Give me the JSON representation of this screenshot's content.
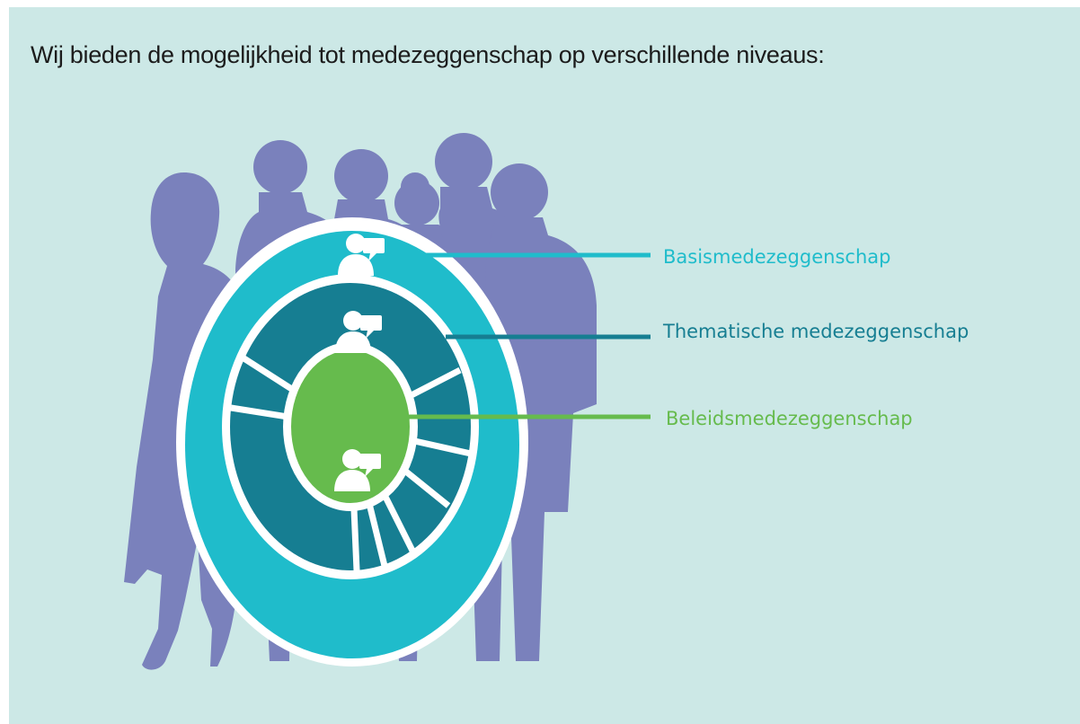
{
  "title": "Wij bieden de mogelijkheid tot medezeggenschap op verschillende niveaus:",
  "levels": [
    {
      "label": "Basismedezeggenschap",
      "color": "#1fbccb",
      "icon": "person-speech-bubble-icon"
    },
    {
      "label": "Thematische medezeggenschap",
      "color": "#167e92",
      "icon": "person-speech-bubble-icon"
    },
    {
      "label": "Beleidsmedezeggenschap",
      "color": "#66bb4d",
      "icon": "person-speech-bubble-icon"
    }
  ],
  "colors": {
    "background": "#cce8e6",
    "silhouettes": "#7a81bc",
    "ring_outline": "#ffffff"
  }
}
